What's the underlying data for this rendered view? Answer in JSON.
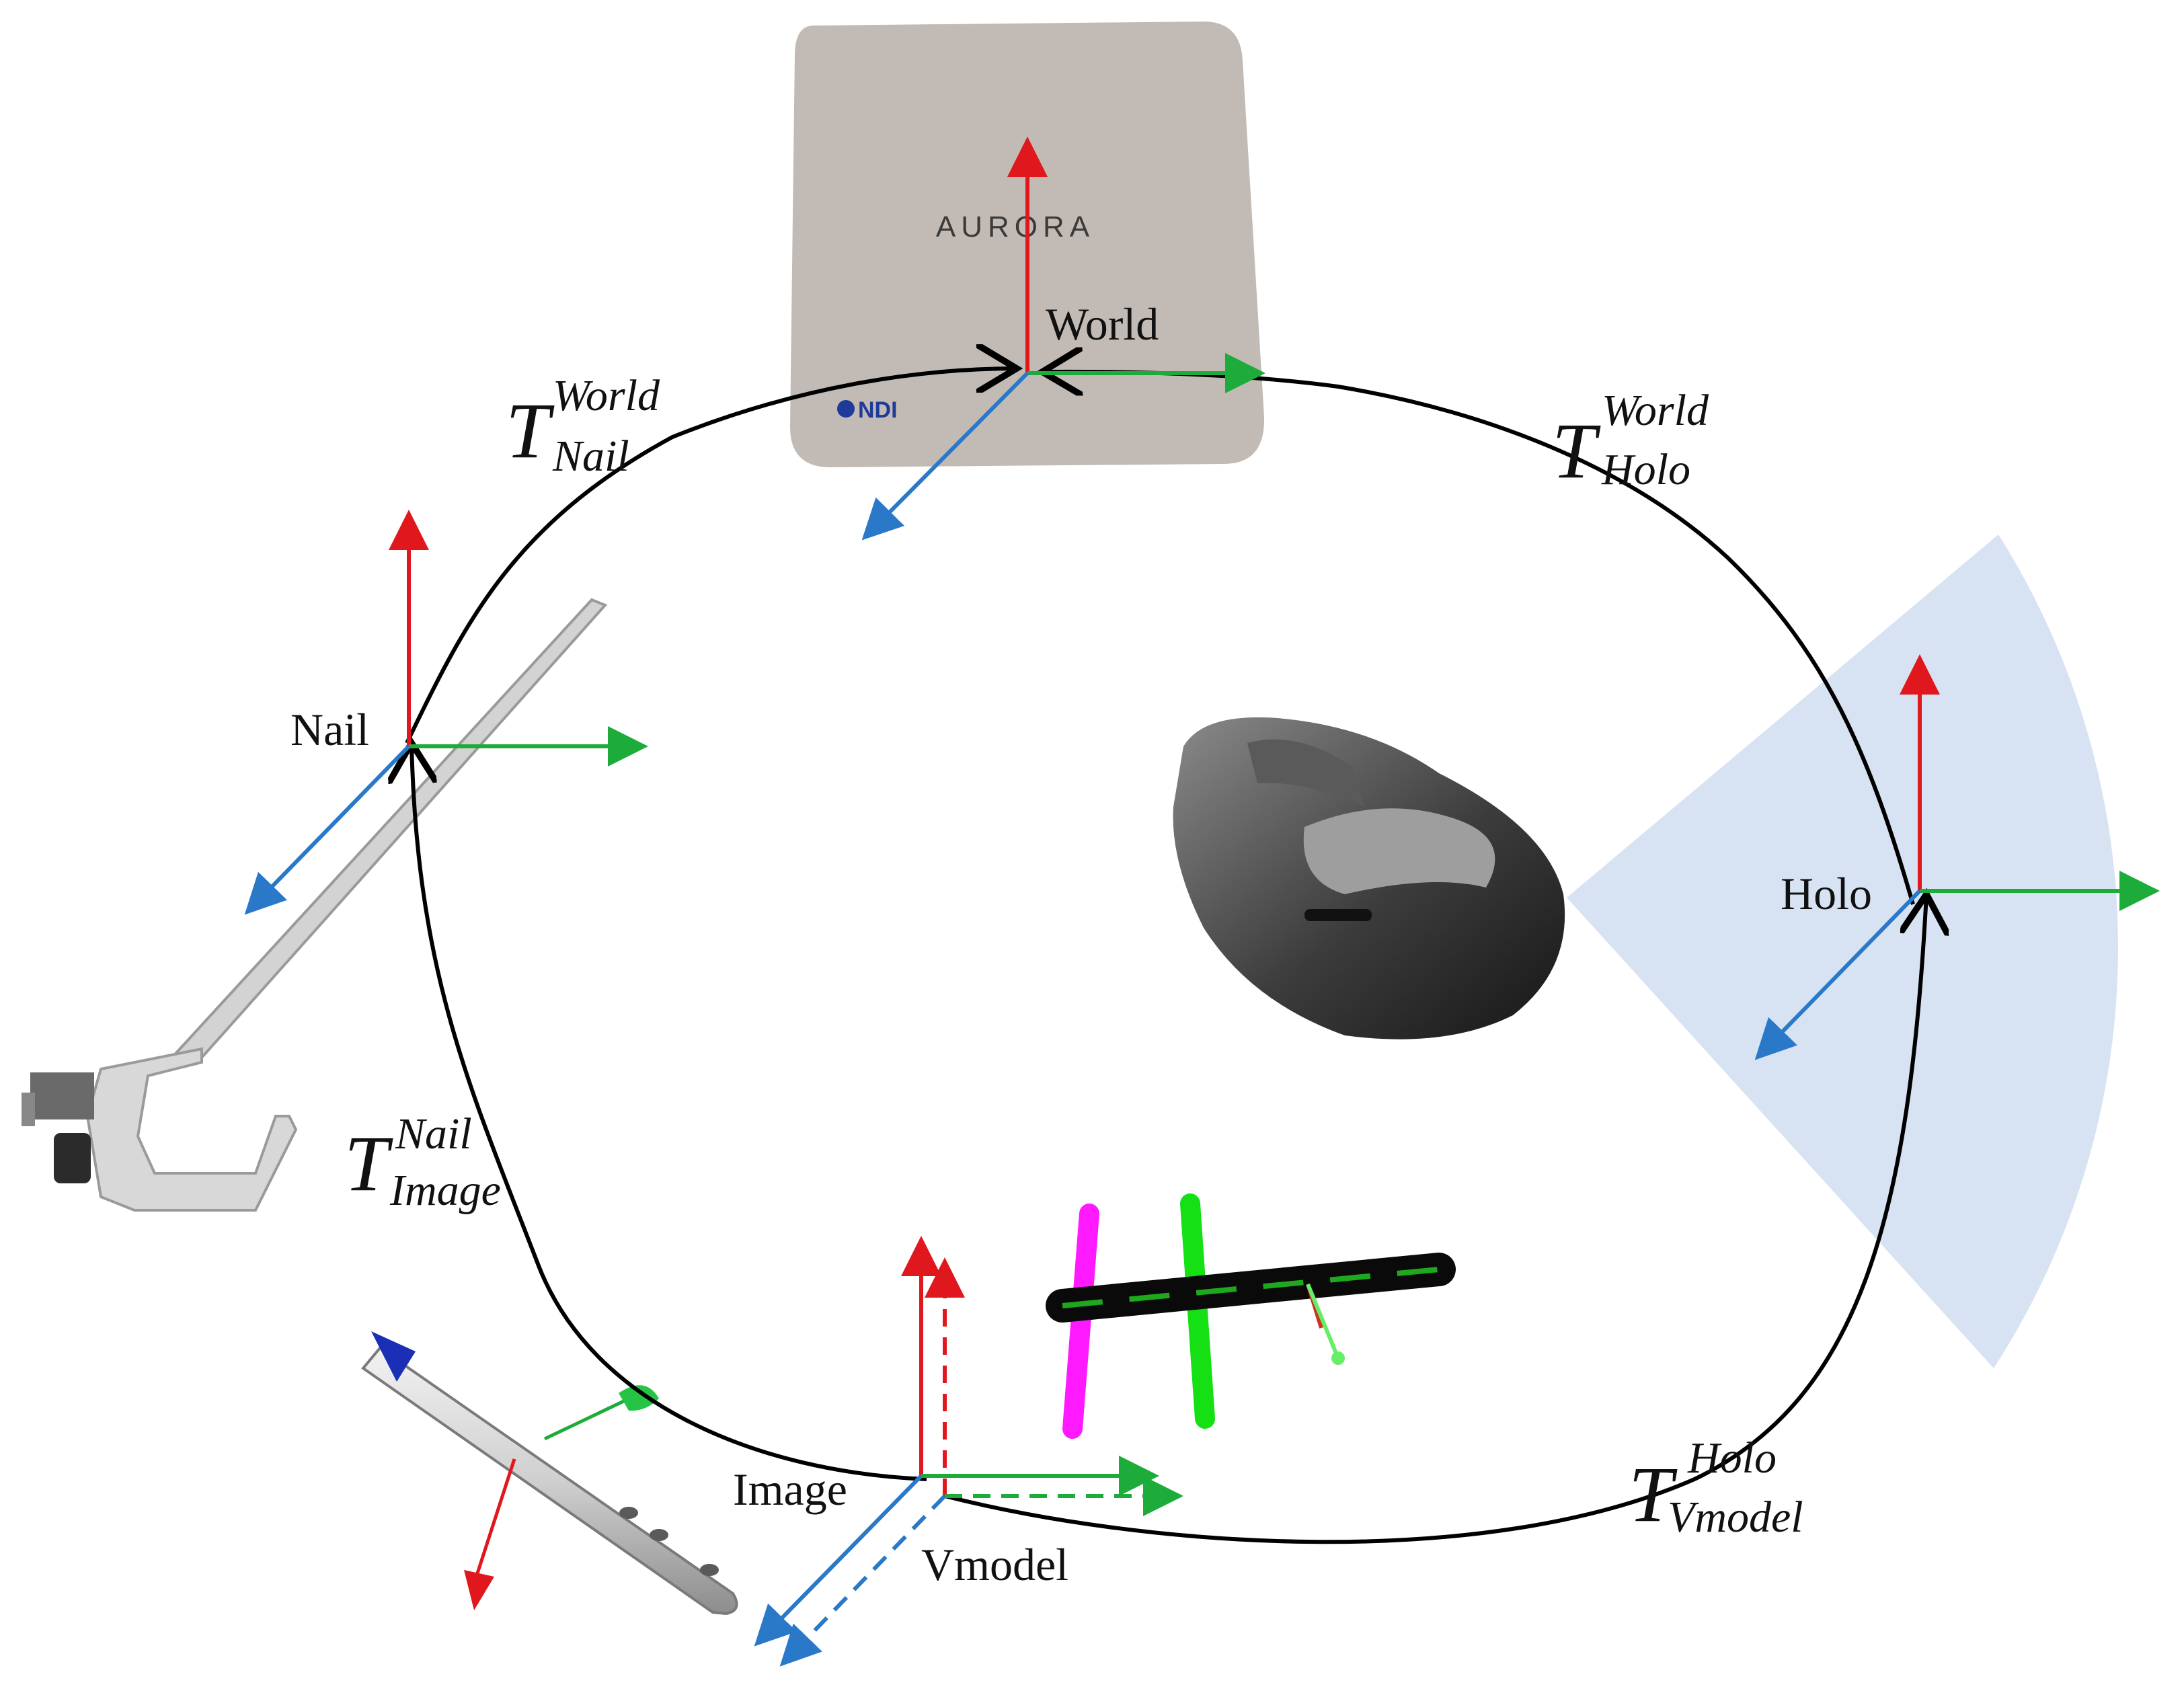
{
  "frames": {
    "world": "World",
    "nail": "Nail",
    "holo": "Holo",
    "image": "Image",
    "vmodel": "Vmodel"
  },
  "transforms": {
    "nail_to_world": {
      "symbol": "T",
      "superscript": "World",
      "subscript": "Nail"
    },
    "holo_to_world": {
      "symbol": "T",
      "superscript": "World",
      "subscript": "Holo"
    },
    "image_to_nail": {
      "symbol": "T",
      "superscript": "Nail",
      "subscript": "Image"
    },
    "vmodel_to_holo": {
      "symbol": "T",
      "superscript": "Holo",
      "subscript": "Vmodel"
    }
  },
  "devices": {
    "field_generator_logo": "AURORA",
    "field_generator_brand": "NDI"
  },
  "colors": {
    "axis_x": "#1dab3a",
    "axis_y": "#e0171c",
    "axis_z": "#2a79c9",
    "loop": "#000000",
    "fov_sector": "#d7e3f3",
    "generator_panel": "#c2bbb5",
    "model_magenta": "#ff19ff",
    "model_green": "#14e014"
  }
}
